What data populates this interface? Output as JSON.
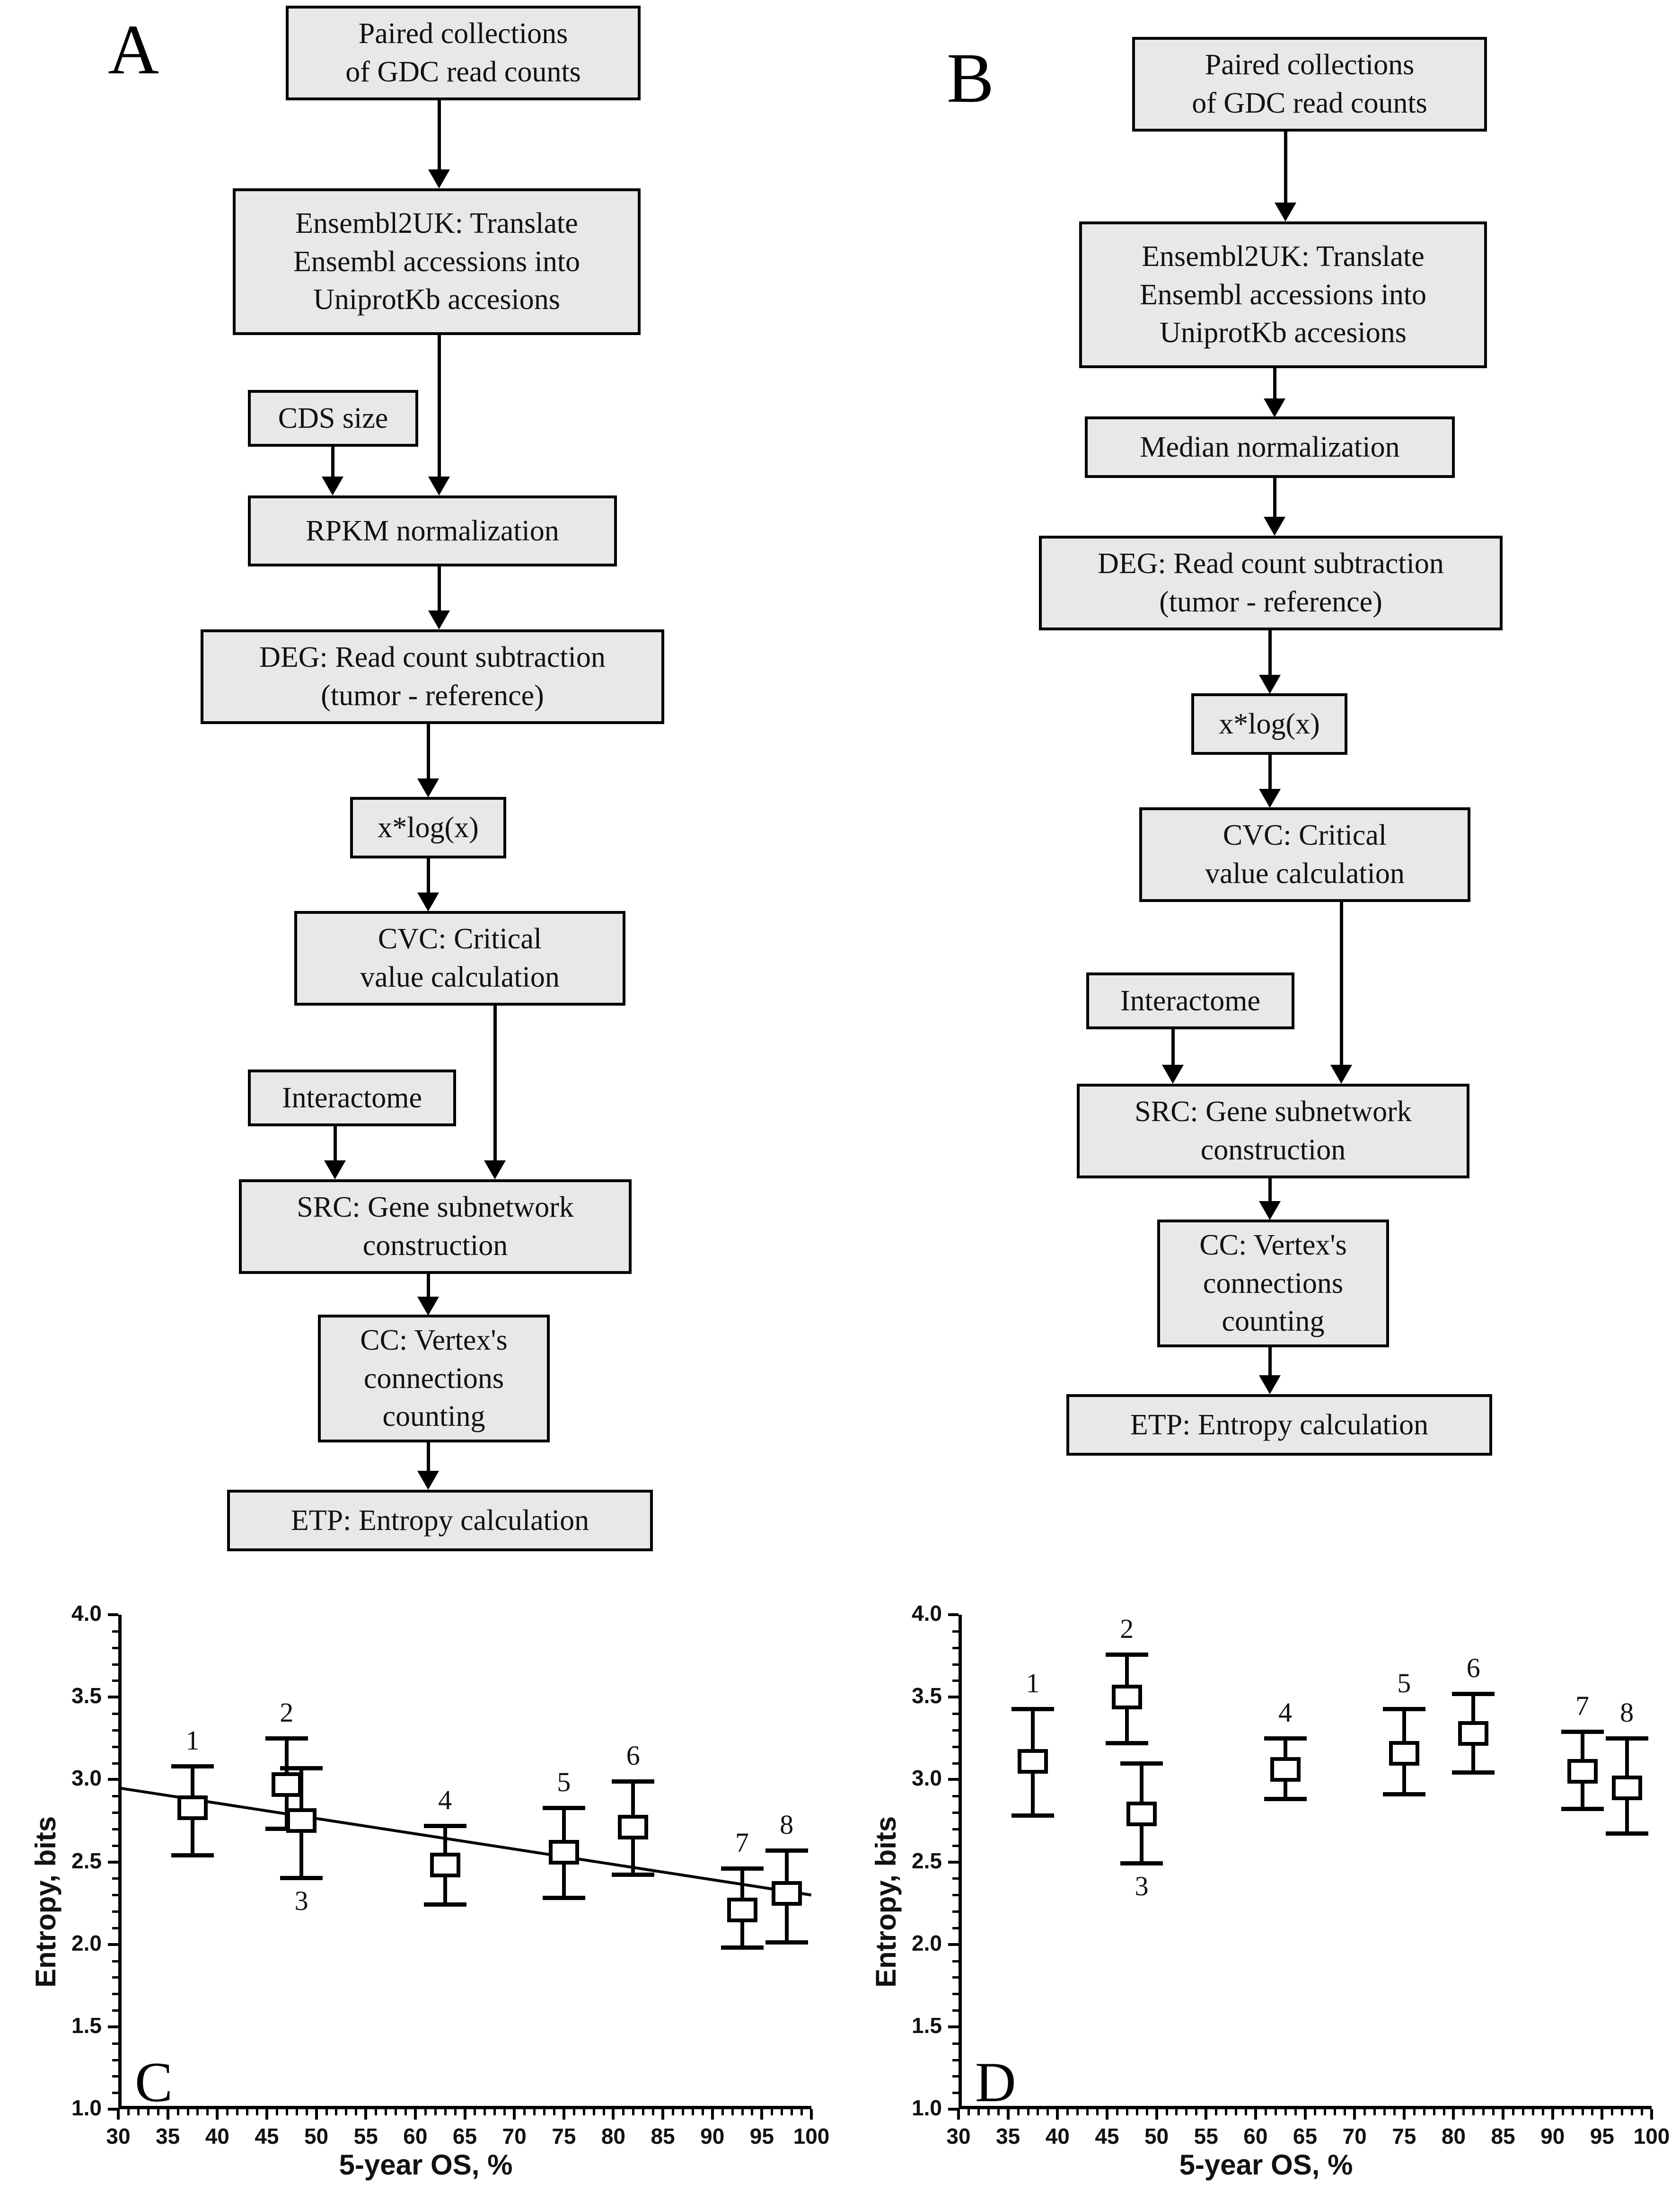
{
  "figure": {
    "panels": [
      {
        "id": "A",
        "letter": "A",
        "nodes": [
          {
            "name": "paired-collections",
            "text": "Paired collections\nof GDC read counts"
          },
          {
            "name": "ensembl2uk",
            "text": "Ensembl2UK: Translate\nEnsembl accessions into\nUniprotKb accesions"
          },
          {
            "name": "cds-size",
            "text": "CDS size"
          },
          {
            "name": "rpkm-normalization",
            "text": "RPKM normalization"
          },
          {
            "name": "deg",
            "text": "DEG: Read count subtraction\n(tumor - reference)"
          },
          {
            "name": "xlogx",
            "text": "x*log(x)"
          },
          {
            "name": "cvc",
            "text": "CVC: Critical\nvalue calculation"
          },
          {
            "name": "interactome",
            "text": "Interactome"
          },
          {
            "name": "src",
            "text": "SRC: Gene subnetwork\nconstruction"
          },
          {
            "name": "cc",
            "text": "CC: Vertex's\nconnections\ncounting"
          },
          {
            "name": "etp",
            "text": "ETP: Entropy calculation"
          }
        ]
      },
      {
        "id": "B",
        "letter": "B",
        "nodes": [
          {
            "name": "paired-collections",
            "text": "Paired collections\nof GDC read counts"
          },
          {
            "name": "ensembl2uk",
            "text": "Ensembl2UK: Translate\nEnsembl accessions into\nUniprotKb accesions"
          },
          {
            "name": "median-normalization",
            "text": "Median normalization"
          },
          {
            "name": "deg",
            "text": "DEG: Read count subtraction\n(tumor - reference)"
          },
          {
            "name": "xlogx",
            "text": "x*log(x)"
          },
          {
            "name": "cvc",
            "text": "CVC: Critical\nvalue calculation"
          },
          {
            "name": "interactome",
            "text": "Interactome"
          },
          {
            "name": "src",
            "text": "SRC: Gene subnetwork\nconstruction"
          },
          {
            "name": "cc",
            "text": "CC: Vertex's\nconnections\ncounting"
          },
          {
            "name": "etp",
            "text": "ETP: Entropy calculation"
          }
        ]
      }
    ]
  },
  "chart_data": [
    {
      "panel": "C",
      "letter": "C",
      "type": "scatter",
      "title": "",
      "xlabel": "5-year OS, %",
      "ylabel": "Entropy, bits",
      "xlim": [
        30,
        100
      ],
      "ylim": [
        1.0,
        4.0
      ],
      "xticks": [
        30,
        35,
        40,
        45,
        50,
        55,
        60,
        65,
        70,
        75,
        80,
        85,
        90,
        95,
        100
      ],
      "yticks": [
        1.0,
        1.5,
        2.0,
        2.5,
        3.0,
        3.5,
        4.0
      ],
      "ytick_labels": [
        "1.0",
        "1.5",
        "2.0",
        "2.5",
        "3.0",
        "3.5",
        "4.0"
      ],
      "grid": false,
      "legend": "none",
      "has_trendline": true,
      "trendline": {
        "x0": 30,
        "y0": 2.95,
        "x1": 100,
        "y1": 2.3
      },
      "points": [
        {
          "label": "1",
          "x": 37.5,
          "y": 2.83,
          "ylo": 2.54,
          "yhi": 3.08,
          "label_pos": "above"
        },
        {
          "label": "2",
          "x": 47.0,
          "y": 2.97,
          "ylo": 2.7,
          "yhi": 3.25,
          "label_pos": "above"
        },
        {
          "label": "3",
          "x": 48.5,
          "y": 2.75,
          "ylo": 2.4,
          "yhi": 3.07,
          "label_pos": "below"
        },
        {
          "label": "4",
          "x": 63.0,
          "y": 2.48,
          "ylo": 2.24,
          "yhi": 2.72,
          "label_pos": "above"
        },
        {
          "label": "5",
          "x": 75.0,
          "y": 2.56,
          "ylo": 2.28,
          "yhi": 2.83,
          "label_pos": "above"
        },
        {
          "label": "6",
          "x": 82.0,
          "y": 2.71,
          "ylo": 2.42,
          "yhi": 2.99,
          "label_pos": "above"
        },
        {
          "label": "7",
          "x": 93.0,
          "y": 2.21,
          "ylo": 1.98,
          "yhi": 2.46,
          "label_pos": "above"
        },
        {
          "label": "8",
          "x": 97.5,
          "y": 2.31,
          "ylo": 2.01,
          "yhi": 2.57,
          "label_pos": "above"
        }
      ]
    },
    {
      "panel": "D",
      "letter": "D",
      "type": "scatter",
      "title": "",
      "xlabel": "5-year OS, %",
      "ylabel": "Entropy, bits",
      "xlim": [
        30,
        100
      ],
      "ylim": [
        1.0,
        4.0
      ],
      "xticks": [
        30,
        35,
        40,
        45,
        50,
        55,
        60,
        65,
        70,
        75,
        80,
        85,
        90,
        95,
        100
      ],
      "yticks": [
        1.0,
        1.5,
        2.0,
        2.5,
        3.0,
        3.5,
        4.0
      ],
      "ytick_labels": [
        "1.0",
        "1.5",
        "2.0",
        "2.5",
        "3.0",
        "3.5",
        "4.0"
      ],
      "grid": false,
      "legend": "none",
      "has_trendline": false,
      "points": [
        {
          "label": "1",
          "x": 37.5,
          "y": 3.11,
          "ylo": 2.78,
          "yhi": 3.43,
          "label_pos": "above"
        },
        {
          "label": "2",
          "x": 47.0,
          "y": 3.5,
          "ylo": 3.22,
          "yhi": 3.76,
          "label_pos": "above"
        },
        {
          "label": "3",
          "x": 48.5,
          "y": 2.79,
          "ylo": 2.49,
          "yhi": 3.1,
          "label_pos": "below"
        },
        {
          "label": "4",
          "x": 63.0,
          "y": 3.06,
          "ylo": 2.88,
          "yhi": 3.25,
          "label_pos": "above"
        },
        {
          "label": "5",
          "x": 75.0,
          "y": 3.16,
          "ylo": 2.91,
          "yhi": 3.43,
          "label_pos": "above"
        },
        {
          "label": "6",
          "x": 82.0,
          "y": 3.28,
          "ylo": 3.04,
          "yhi": 3.52,
          "label_pos": "above"
        },
        {
          "label": "7",
          "x": 93.0,
          "y": 3.05,
          "ylo": 2.82,
          "yhi": 3.29,
          "label_pos": "above"
        },
        {
          "label": "8",
          "x": 97.5,
          "y": 2.95,
          "ylo": 2.67,
          "yhi": 3.25,
          "label_pos": "above"
        }
      ]
    }
  ]
}
